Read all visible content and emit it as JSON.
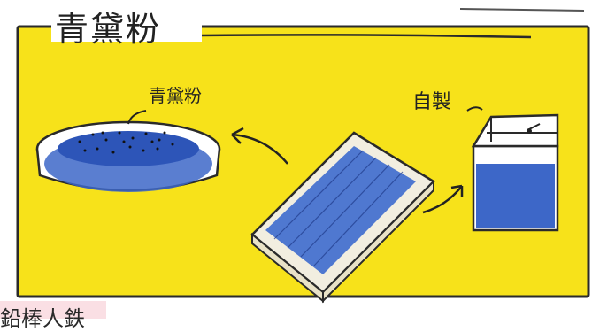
{
  "illustration": {
    "title": "青黛粉",
    "labels": {
      "powder": "青黛粉",
      "homemade": "自製"
    },
    "bottom_partial_text": "鉛棒人鉄"
  },
  "colors": {
    "background_yellow": "#f7e21a",
    "indigo": "#3d67c8",
    "ink": "#222222",
    "paper": "#ffffff"
  },
  "icons": [
    "petri-dish-icon",
    "wooden-tray-icon",
    "glass-container-icon",
    "arrow-icon"
  ]
}
